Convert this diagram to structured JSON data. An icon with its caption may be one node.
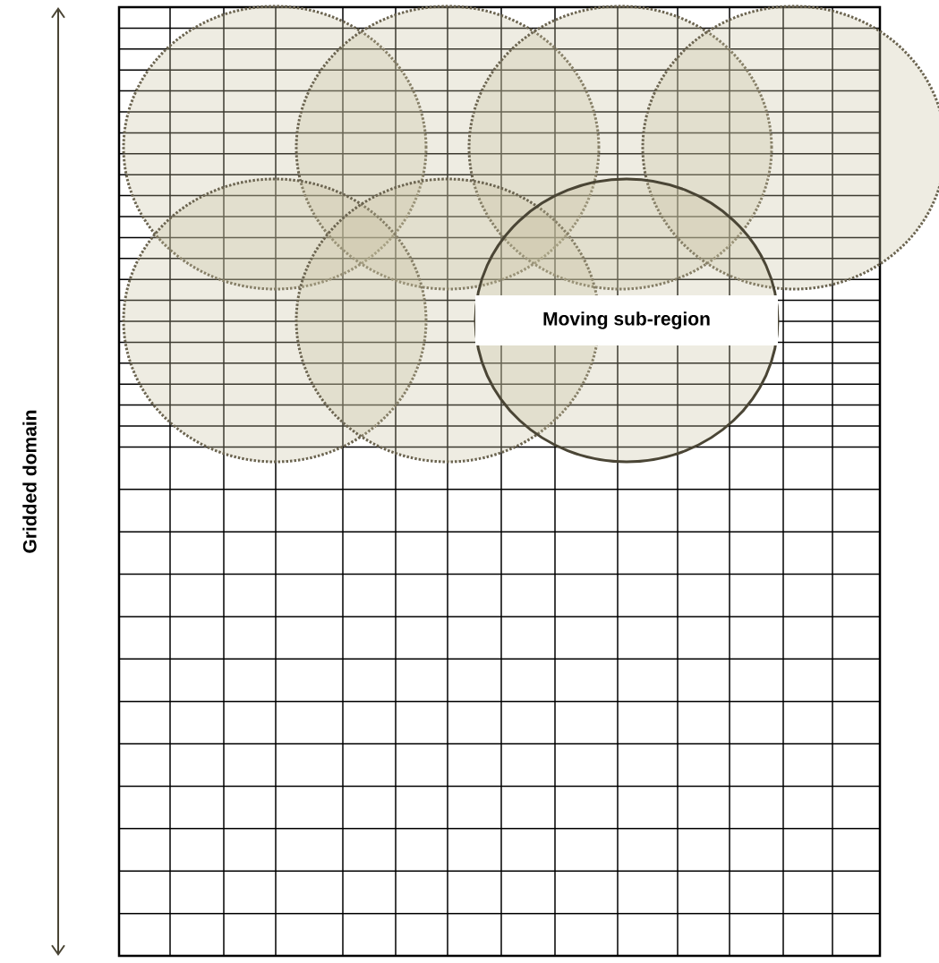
{
  "diagram": {
    "nodes": [
      {
        "text": [],
        "shape": "circle"
      },
      {
        "text": [],
        "shape": "circle"
      },
      {
        "text": [],
        "shape": "circle"
      },
      {
        "text": [],
        "shape": "circle"
      },
      {
        "text": [],
        "shape": "circle"
      },
      {
        "text": [],
        "shape": "circle"
      },
      {
        "text": [
          "Moving sub-region"
        ]
      }
    ],
    "labels": [
      "Gridded domain"
    ]
  }
}
